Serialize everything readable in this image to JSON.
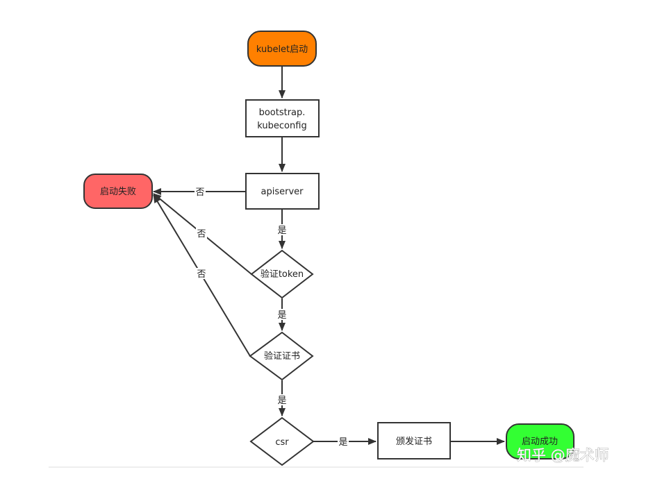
{
  "nodes": {
    "start": {
      "label": "kubelet启动",
      "color": "#ff8000"
    },
    "bootstrap": {
      "line1": "bootstrap.",
      "line2": "kubeconfig"
    },
    "apiserver": {
      "label": "apiserver"
    },
    "fail": {
      "label": "启动失败",
      "color": "#ff6666"
    },
    "verify_token": {
      "label": "验证token"
    },
    "verify_cert": {
      "label": "验证证书"
    },
    "csr": {
      "label": "csr"
    },
    "issue_cert": {
      "label": "颁发证书"
    },
    "success": {
      "label": "启动成功",
      "color": "#33ff33"
    }
  },
  "edges": {
    "apiserver_to_fail": "否",
    "token_to_fail": "否",
    "cert_to_fail": "否",
    "apiserver_to_token": "是",
    "token_to_cert": "是",
    "cert_to_csr": "是",
    "csr_to_issue": "是"
  },
  "watermark": {
    "text": "知乎 @魔术师"
  }
}
